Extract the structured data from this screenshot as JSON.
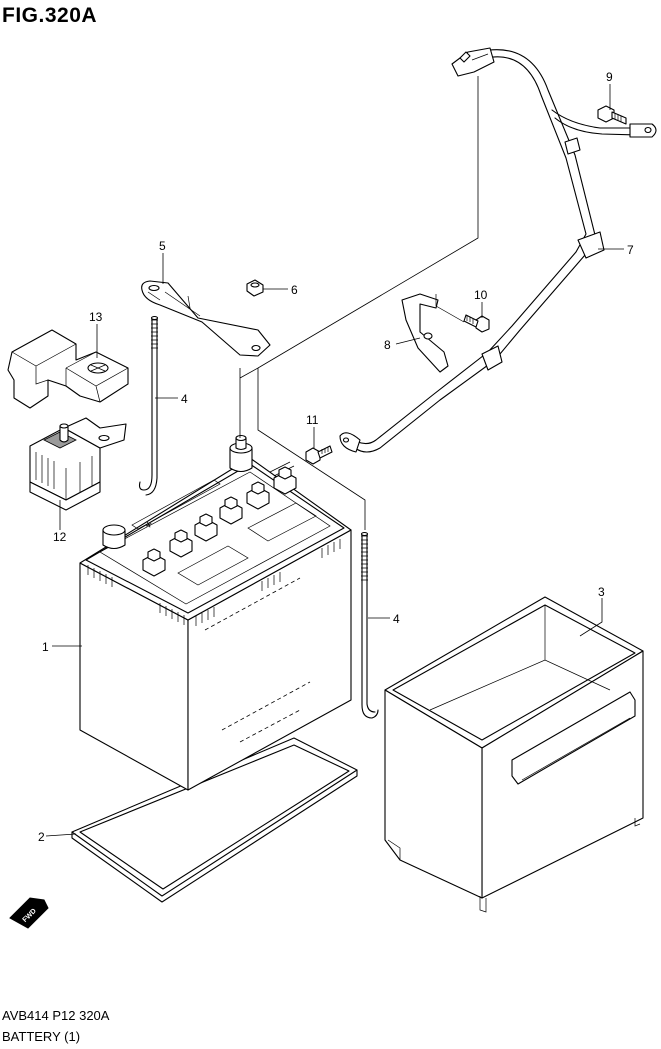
{
  "figure": {
    "title": "FIG.320A",
    "code": "AVB414 P12 320A",
    "name": "BATTERY (1)"
  },
  "callouts": [
    {
      "id": "c1",
      "label": "1"
    },
    {
      "id": "c2",
      "label": "2"
    },
    {
      "id": "c3",
      "label": "3"
    },
    {
      "id": "c4a",
      "label": "4"
    },
    {
      "id": "c4b",
      "label": "4"
    },
    {
      "id": "c5",
      "label": "5"
    },
    {
      "id": "c6",
      "label": "6"
    },
    {
      "id": "c7",
      "label": "7"
    },
    {
      "id": "c8",
      "label": "8"
    },
    {
      "id": "c9",
      "label": "9"
    },
    {
      "id": "c10",
      "label": "10"
    },
    {
      "id": "c11",
      "label": "11"
    },
    {
      "id": "c12",
      "label": "12"
    },
    {
      "id": "c13",
      "label": "13"
    }
  ],
  "fwd_badge": "FWD",
  "battery_sign": "+"
}
